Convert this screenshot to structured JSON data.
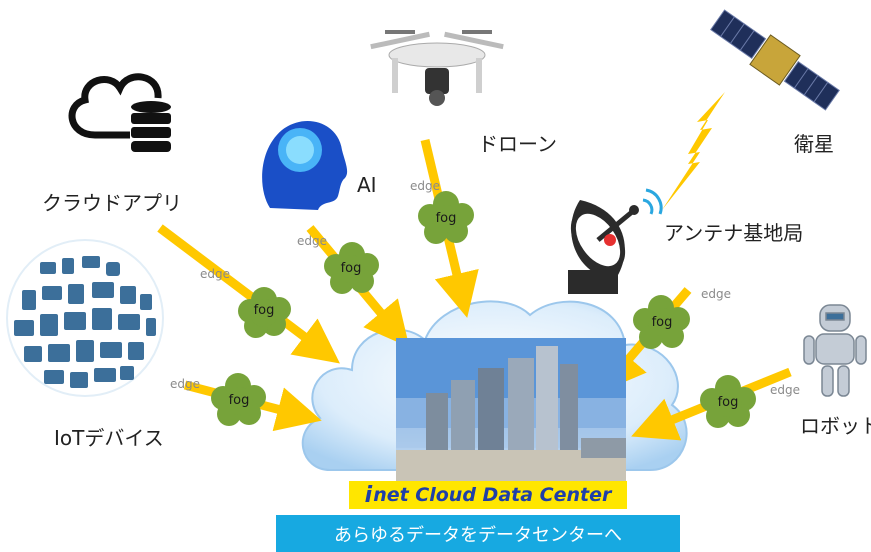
{
  "labels": {
    "cloud_app": "クラウドアプリ",
    "ai": "AI",
    "drone": "ドローン",
    "satellite": "衛星",
    "antenna": "アンテナ基地局",
    "iot": "IoTデバイス",
    "robot": "ロボット"
  },
  "edge_label": "edge",
  "fog_label": "fog",
  "banner": {
    "prefix": "i",
    "text": "net Cloud Data Center"
  },
  "caption": "あらゆるデータをデータセンターへ",
  "colors": {
    "arrow": "#ffc800",
    "fog": "#77a33a",
    "cloud": "#d6ebfb",
    "banner": "#ffe600",
    "caption": "#17a9e1"
  }
}
